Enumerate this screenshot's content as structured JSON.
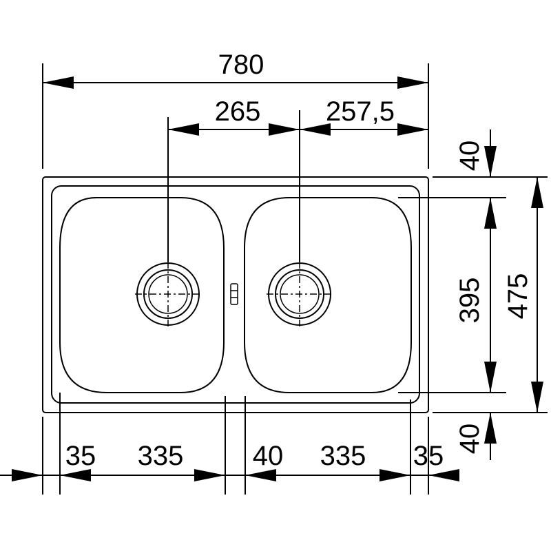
{
  "colors": {
    "line": "#000000",
    "background": "#ffffff"
  },
  "dimensions": {
    "overall_width": "780",
    "left_drain_offset": "265",
    "right_drain_offset": "257,5",
    "top_margin": "40",
    "bowl_depth": "395",
    "overall_depth": "475",
    "bottom_margin": "40",
    "left_edge": "35",
    "left_bowl_width": "335",
    "center_gap": "40",
    "right_bowl_width": "335",
    "right_edge": "35"
  }
}
